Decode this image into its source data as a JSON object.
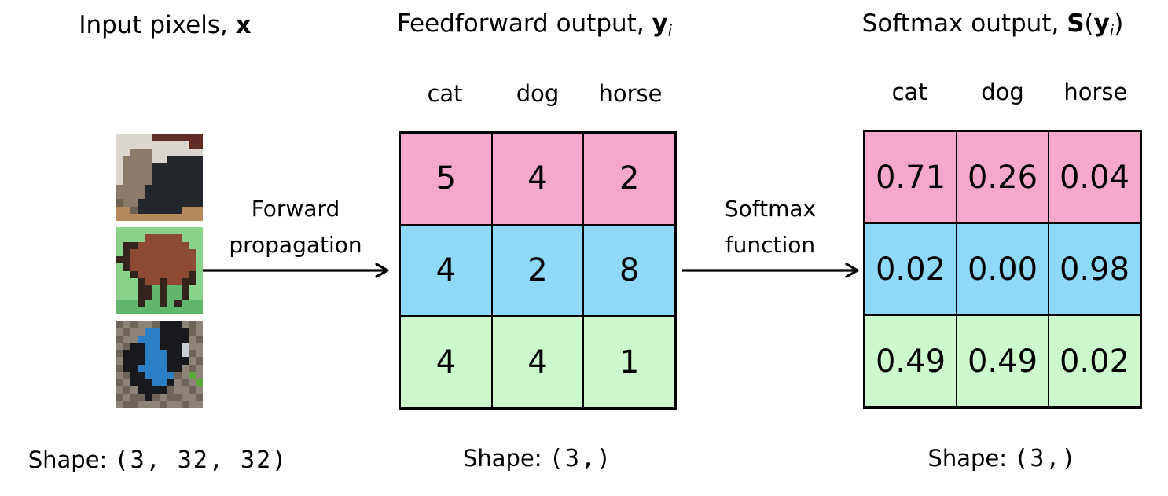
{
  "titles": {
    "input_prefix": "Input pixels, ",
    "input_math_bold": "x",
    "feedforward_prefix": "Feedforward output, ",
    "feedforward_math_bold": "y",
    "feedforward_subscript": "i",
    "softmax_prefix": "Softmax output, ",
    "softmax_bold_S": "S",
    "softmax_open_paren": "(",
    "softmax_bold_y": "y",
    "softmax_subscript": "i",
    "softmax_close_paren": ")"
  },
  "arrows": {
    "forward": {
      "line1": "Forward",
      "line2": "propagation"
    },
    "softmax": {
      "line1": "Softmax",
      "line2": "function"
    }
  },
  "tables": {
    "class_headers": [
      "cat",
      "dog",
      "horse"
    ],
    "row_colors": [
      "#f5a8cb",
      "#8dd9f7",
      "#ccfacc"
    ],
    "feedforward": [
      [
        "5",
        "4",
        "2"
      ],
      [
        "4",
        "2",
        "8"
      ],
      [
        "4",
        "4",
        "1"
      ]
    ],
    "softmax": [
      [
        "0.71",
        "0.26",
        "0.04"
      ],
      [
        "0.02",
        "0.00",
        "0.98"
      ],
      [
        "0.49",
        "0.49",
        "0.02"
      ]
    ]
  },
  "shapes": {
    "input_label": "Shape:",
    "input_value": "(3, 32, 32)",
    "feedforward_label": "Shape:",
    "feedforward_value": "(3,)",
    "softmax_label": "Shape:",
    "softmax_value": "(3,)"
  },
  "colors": {
    "row_pink": "#f5a8cb",
    "row_blue": "#8dd9f7",
    "row_green": "#ccfacc",
    "grid_line": "#000000",
    "background": "#ffffff",
    "text": "#000000"
  },
  "input_images": [
    {
      "name": "cat-image",
      "subject": "cat",
      "palette": {
        "W": "#dad6cf",
        "R": "#5f2b24",
        "G": "#8b7b68",
        "D": "#23262b",
        "T": "#b48a5b",
        "M": "#6d6154"
      },
      "pixels": [
        "WWWWWRRRRRRR",
        "WWWWWWWWWWRR",
        "WWGGGWWWWWWW",
        "WGGGGWWDDDDD",
        "WGGGGDDDDDDD",
        "WGGGGDDDDDDD",
        "WGGGGDDDDDDD",
        "GGGGDDDDDDDD",
        "GGGGDDDDDDDD",
        "MGGDDDDDDDDD",
        "TTMDDDDDDTTT",
        "TTTTTTTTTTTT"
      ]
    },
    {
      "name": "horse-image",
      "subject": "horse",
      "palette": {
        "g": "#8ad18a",
        "h": "#60b66b",
        "B": "#8d4a33",
        "K": "#33251d"
      },
      "pixels": [
        "gggggggggggg",
        "ggggBBBBBggg",
        "gKKBBBBBBBgg",
        "gKBBBBBBBBBg",
        "KKBBBBBBBBBg",
        "gKBBBBBBBBBg",
        "ggKBBBBBBBKg",
        "gggKBBKBBKKg",
        "gggKKhKhhKgg",
        "gggKKhKhhKgg",
        "hhhKhhKhKhhh",
        "hhhhhhhhhhhh"
      ]
    },
    {
      "name": "dog-image",
      "subject": "dog",
      "palette": {
        "a": "#8d8378",
        "b": "#6f6459",
        "K": "#17191d",
        "L": "#2b7fc4",
        "w": "#c9ced2",
        "n": "#5aa83c"
      },
      "pixels": [
        "babaabKKKaba",
        "abaaLLKKKKba",
        "baaLLLKKKKab",
        "abKKLLKKKwaa",
        "bKKKLLLKKwba",
        "aKKKLLLKKKab",
        "bKKLLLLKKaba",
        "abKKLLLLbana",
        "baKKKLLKaban",
        "abaKKKKbaaba",
        "babbKbabbaab",
        "abbaaabaabaa"
      ]
    }
  ]
}
